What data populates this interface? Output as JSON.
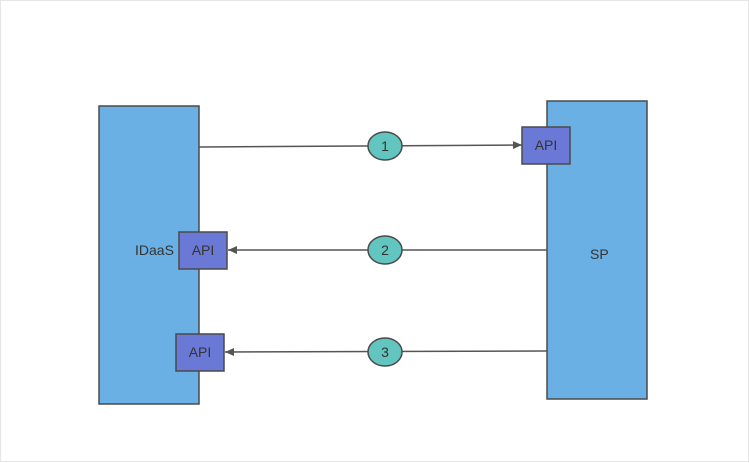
{
  "colors": {
    "system_block_fill": "#6ab0e4",
    "api_box_fill": "#6b79d6",
    "step_circle_fill": "#62c5c0",
    "stroke": "#4a4a4a",
    "connector": "#555555"
  },
  "systems": {
    "idaas": {
      "label": "IDaaS"
    },
    "sp": {
      "label": "SP"
    }
  },
  "api_boxes": [
    {
      "label": "API"
    },
    {
      "label": "API"
    },
    {
      "label": "API"
    }
  ],
  "steps": [
    {
      "number": "1"
    },
    {
      "number": "2"
    },
    {
      "number": "3"
    }
  ]
}
